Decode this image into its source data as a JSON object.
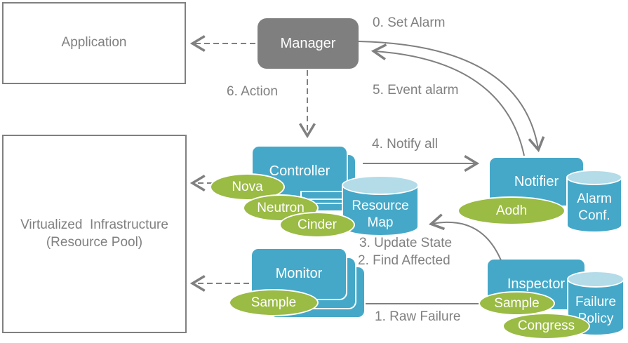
{
  "colors": {
    "blue": "#45A8C8",
    "blue-light": "#B3DBE8",
    "green": "#9ABB44",
    "gray": "#7F7F7F",
    "line": "#808080"
  },
  "nodes": {
    "application": "Application",
    "virtualized_infrastructure": "Virtualized  Infrastructure\n(Resource Pool)",
    "manager": "Manager",
    "controller": "Controller",
    "monitor": "Monitor",
    "notifier": "Notifier",
    "inspector": "Inspector"
  },
  "plugins": {
    "nova": "Nova",
    "neutron": "Neutron",
    "cinder": "Cinder",
    "aodh": "Aodh",
    "monitor_sample": "Sample",
    "inspector_sample": "Sample",
    "congress": "Congress"
  },
  "datastores": {
    "resource_map": "Resource Map",
    "alarm_conf": "Alarm Conf.",
    "failure_policy": "Failure Policy"
  },
  "steps": {
    "set_alarm": "0. Set Alarm",
    "raw_failure": "1. Raw Failure",
    "find_affected": "2. Find Affected",
    "update_state": "3. Update State",
    "notify_all": "4. Notify all",
    "event_alarm": "5. Event alarm",
    "action": "6. Action"
  }
}
